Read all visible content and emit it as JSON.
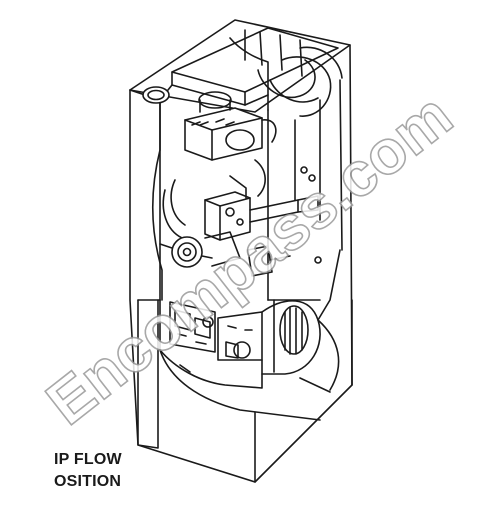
{
  "caption": {
    "line1": "IP FLOW",
    "line2": "OSITION"
  },
  "watermark": {
    "text": "Encompass.com"
  },
  "colors": {
    "line": "#1a1a1a",
    "background": "#ffffff",
    "watermark_outline": "#9a9a9a"
  }
}
